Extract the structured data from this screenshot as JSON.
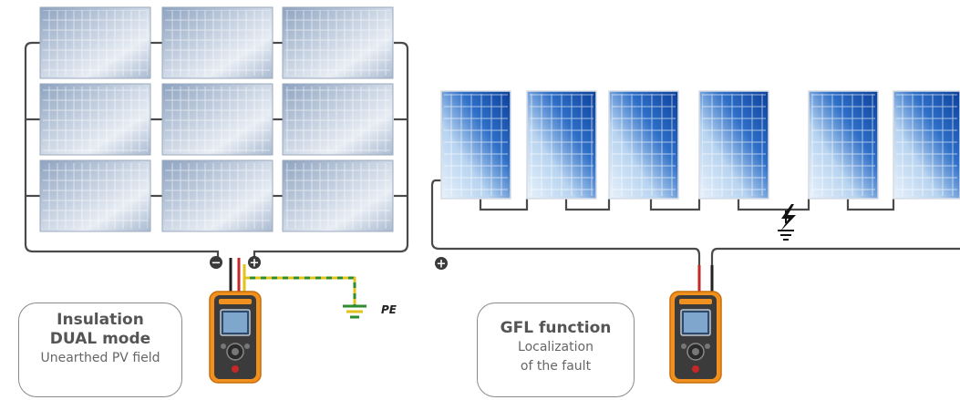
{
  "labels": {
    "pe": "PE",
    "minus": "−",
    "plus": "+"
  },
  "callouts": {
    "insulation": {
      "title_line1": "Insulation",
      "title_line2": "DUAL mode",
      "subtitle": "Unearthed PV field"
    },
    "gfl": {
      "title": "GFL function",
      "line1": "Localization",
      "line2": "of the fault"
    }
  },
  "colors": {
    "wire": "#4a4a4a",
    "probe_red": "#c62828",
    "probe_black": "#222222",
    "earth_green": "#2e8b2e",
    "earth_yellow": "#e3c21a",
    "meter_orange": "#f0901e",
    "panel_left": "#b9c7da",
    "panel_right": "#1f5fb5"
  },
  "icons": [
    "fault-lightning-icon",
    "ground-symbol-icon",
    "minus-terminal-icon",
    "plus-terminal-icon",
    "tester-device-icon"
  ]
}
